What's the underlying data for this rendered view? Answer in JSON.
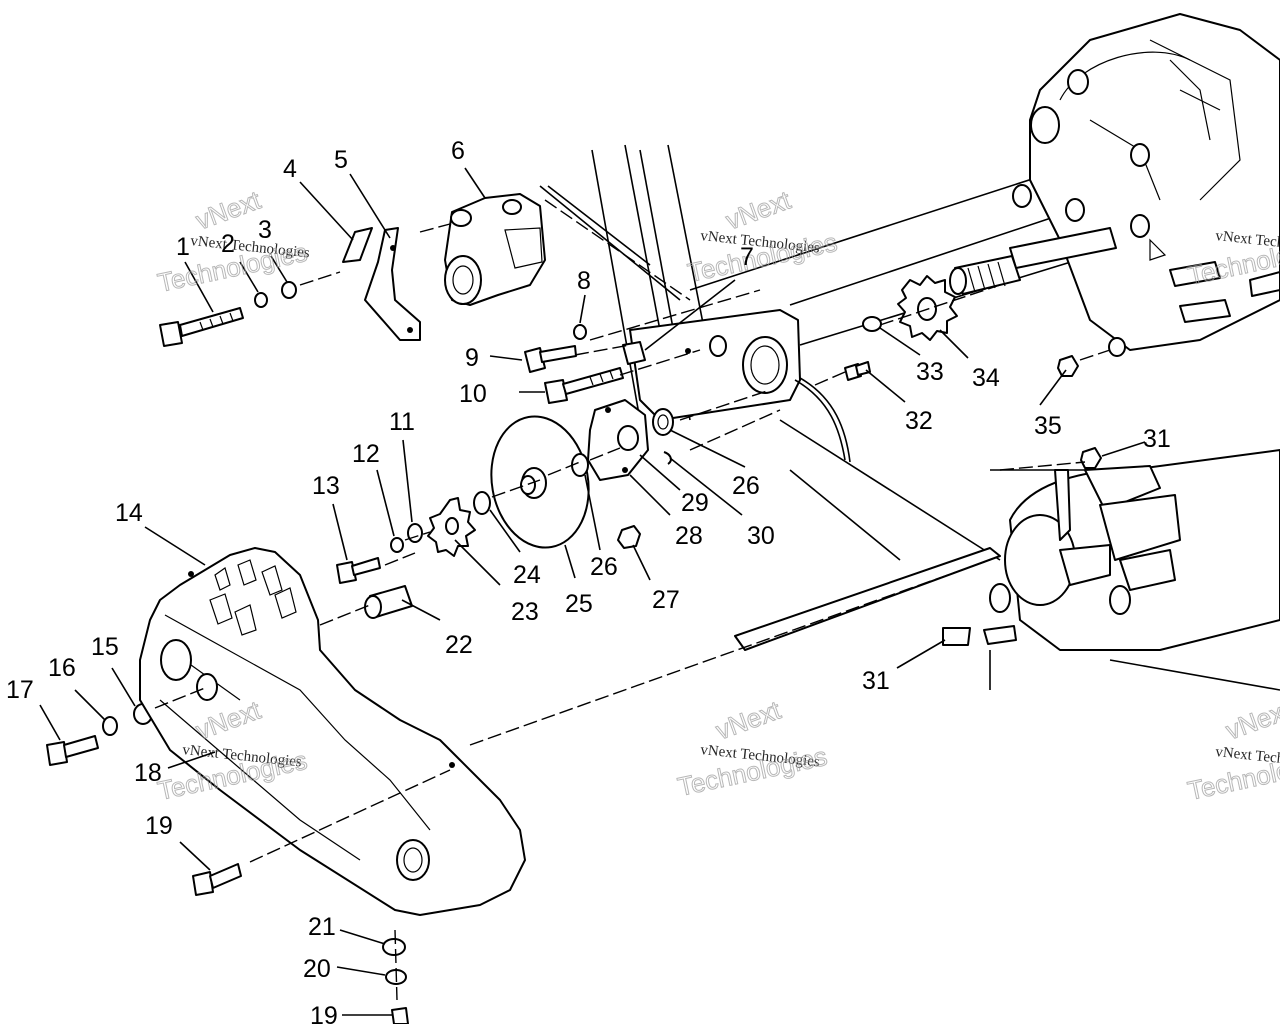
{
  "watermark": {
    "line1": "vNext Technologies",
    "line2": "Technologies",
    "line3": "vNext"
  },
  "callouts": [
    {
      "id": "1",
      "text": "1"
    },
    {
      "id": "2",
      "text": "2"
    },
    {
      "id": "3",
      "text": "3"
    },
    {
      "id": "4",
      "text": "4"
    },
    {
      "id": "5",
      "text": "5"
    },
    {
      "id": "6",
      "text": "6"
    },
    {
      "id": "7",
      "text": "7"
    },
    {
      "id": "8",
      "text": "8"
    },
    {
      "id": "9",
      "text": "9"
    },
    {
      "id": "10",
      "text": "10"
    },
    {
      "id": "11",
      "text": "11"
    },
    {
      "id": "12",
      "text": "12"
    },
    {
      "id": "13",
      "text": "13"
    },
    {
      "id": "14",
      "text": "14"
    },
    {
      "id": "15",
      "text": "15"
    },
    {
      "id": "16",
      "text": "16"
    },
    {
      "id": "17",
      "text": "17"
    },
    {
      "id": "18",
      "text": "18"
    },
    {
      "id": "19a",
      "text": "19"
    },
    {
      "id": "19b",
      "text": "19"
    },
    {
      "id": "20",
      "text": "20"
    },
    {
      "id": "21",
      "text": "21"
    },
    {
      "id": "22",
      "text": "22"
    },
    {
      "id": "23",
      "text": "23"
    },
    {
      "id": "24",
      "text": "24"
    },
    {
      "id": "25",
      "text": "25"
    },
    {
      "id": "26a",
      "text": "26"
    },
    {
      "id": "26b",
      "text": "26"
    },
    {
      "id": "27",
      "text": "27"
    },
    {
      "id": "28",
      "text": "28"
    },
    {
      "id": "29",
      "text": "29"
    },
    {
      "id": "30",
      "text": "30"
    },
    {
      "id": "31a",
      "text": "31"
    },
    {
      "id": "31b",
      "text": "31"
    },
    {
      "id": "32",
      "text": "32"
    },
    {
      "id": "33",
      "text": "33"
    },
    {
      "id": "34",
      "text": "34"
    },
    {
      "id": "35",
      "text": "35"
    }
  ]
}
